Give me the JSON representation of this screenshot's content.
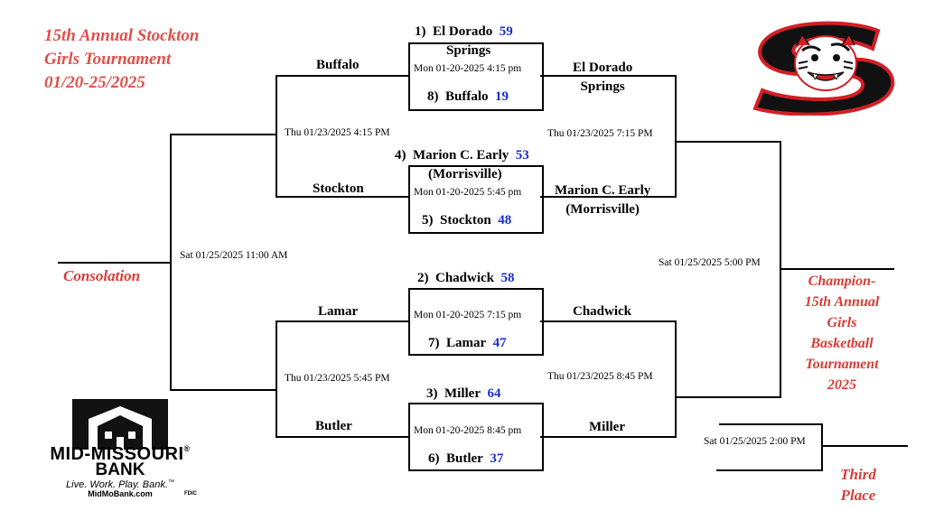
{
  "title": [
    "15th Annual Stockton",
    "Girls Tournament",
    "01/20-25/2025"
  ],
  "round1": [
    {
      "top_seed": "1)",
      "top_team": "El Dorado",
      "top_team2": "Springs",
      "top_score": "59",
      "date": "Mon 01-20-2025 4:15 pm",
      "bottom_seed": "8)",
      "bottom_team": "Buffalo",
      "bottom_score": "19"
    },
    {
      "top_seed": "4)",
      "top_team": "Marion C. Early",
      "top_team2": "(Morrisville)",
      "top_score": "53",
      "date": "Mon 01-20-2025 5:45 pm",
      "bottom_seed": "5)",
      "bottom_team": "Stockton",
      "bottom_score": "48"
    },
    {
      "top_seed": "2)",
      "top_team": "Chadwick",
      "top_team2": "",
      "top_score": "58",
      "date": "Mon 01-20-2025 7:15 pm",
      "bottom_seed": "7)",
      "bottom_team": "Lamar",
      "bottom_score": "47"
    },
    {
      "top_seed": "3)",
      "top_team": "Miller",
      "top_team2": "",
      "top_score": "64",
      "date": "Mon 01-20-2025 8:45 pm",
      "bottom_seed": "6)",
      "bottom_team": "Butler",
      "bottom_score": "37"
    }
  ],
  "consolation_side": {
    "teams": [
      "Buffalo",
      "Stockton",
      "Lamar",
      "Butler"
    ],
    "semi_dates": [
      "Thu 01/23/2025 4:15 PM",
      "Thu  01/23/2025 5:45 PM"
    ],
    "final_date": "Sat 01/25/2025 11:00  AM",
    "label": "Consolation"
  },
  "championship_side": {
    "teams": [
      "El Dorado\nSprings",
      "Marion C. Early\n(Morrisville)",
      "Chadwick",
      "Miller"
    ],
    "semi_dates": [
      "Thu 01/23/2025 7:15 PM",
      "Thu 01/23/2025 8:45 PM"
    ],
    "final_date": "Sat 01/25/2025 5:00 PM",
    "label": "Champion-\n15th Annual\nGirls\nBasketball\nTournament\n2025"
  },
  "third_place": {
    "date": "Sat 01/25/2025 2:00 PM",
    "label": "Third\nPlace"
  },
  "sponsor": {
    "name_line1": "MID-MISSOURI",
    "name_line2": "BANK",
    "registered": "®",
    "tagline": "Live. Work. Play. Bank.",
    "trademark": "™",
    "website": "MidMoBank.com",
    "fdic": "FDIC"
  },
  "colors": {
    "title_red": "#e0504a",
    "score_blue": "#1a2fd0",
    "logo_red": "#d21f26"
  }
}
